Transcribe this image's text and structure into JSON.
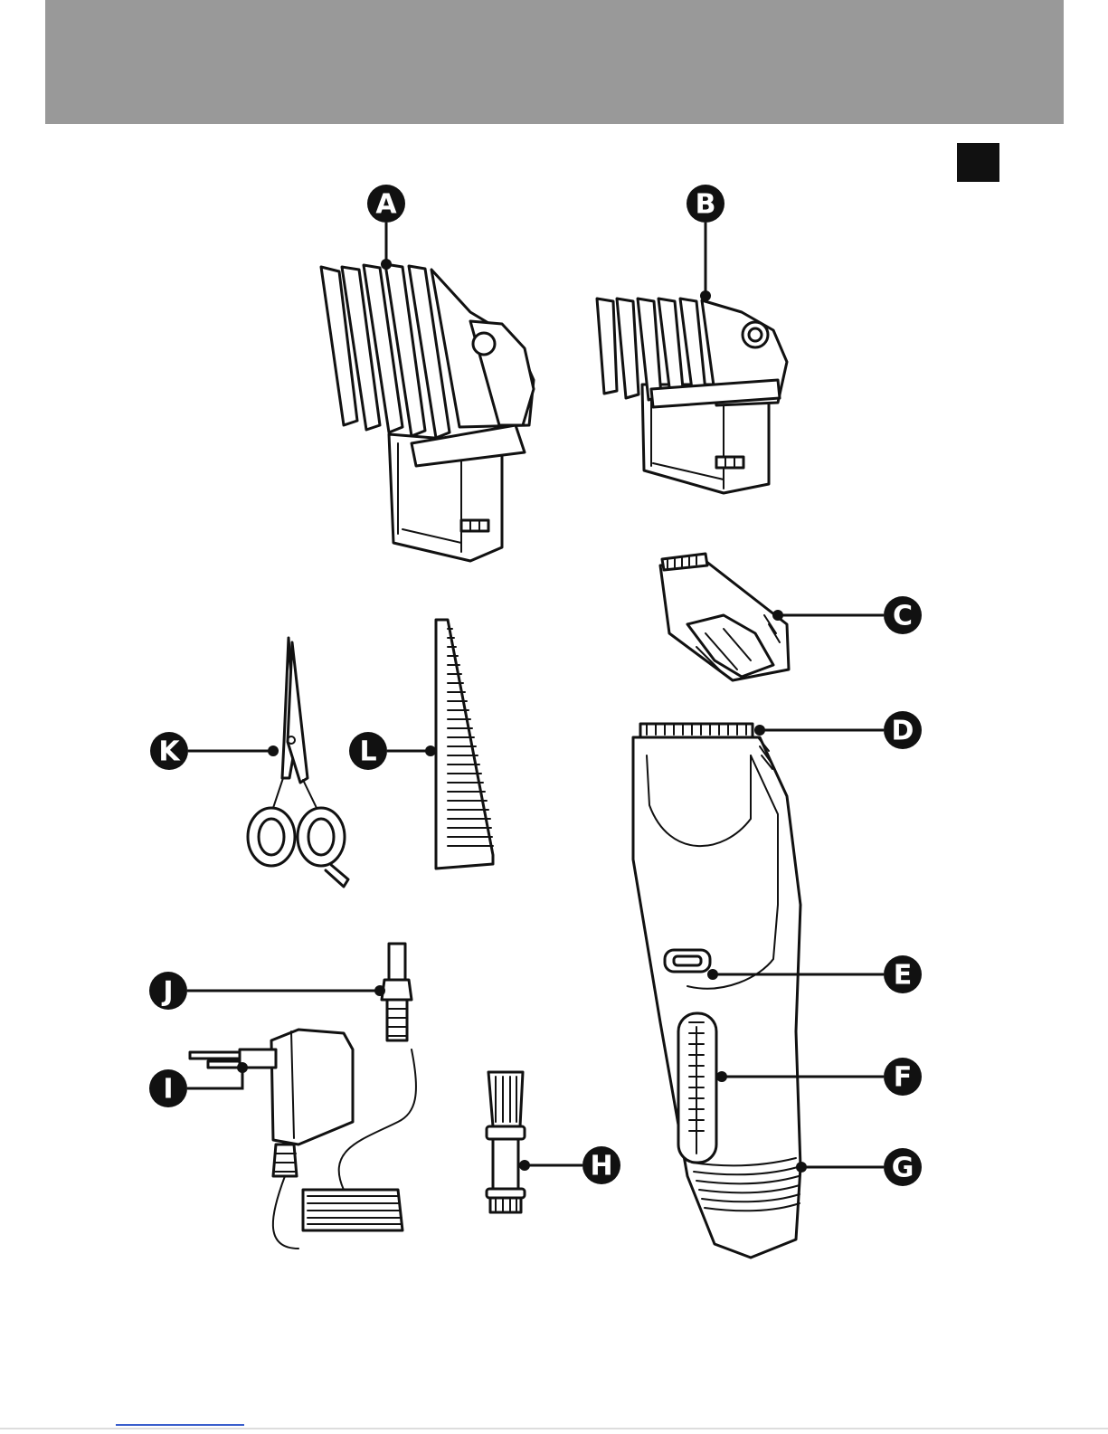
{
  "header": {
    "band_color": "#999999"
  },
  "page_tab": {
    "color": "#111111"
  },
  "labels": {
    "A": "A",
    "B": "B",
    "C": "C",
    "D": "D",
    "E": "E",
    "F": "F",
    "G": "G",
    "H": "H",
    "I": "I",
    "J": "J",
    "K": "K",
    "L": "L"
  }
}
